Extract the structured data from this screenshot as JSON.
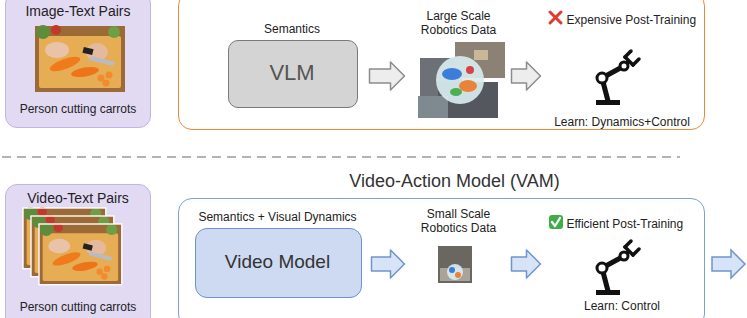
{
  "diagram": {
    "nodes": [
      {
        "text": [
          "Image-Text Pairs",
          "Person cutting carrots"
        ]
      },
      {
        "text": []
      },
      {
        "text": [
          "Semantics",
          "VLM"
        ],
        "in": 1
      },
      {
        "text": [
          "Large Scale Robotics Data"
        ],
        "in": 1
      },
      {
        "text": [
          "Expensive Post-Training",
          "Learn: Dynamics+Control"
        ],
        "in": 1
      },
      {
        "text": [
          "Video-Text Pairs",
          "Person cutting carrots"
        ]
      },
      {
        "text": [
          "Video-Action Model (VAM)"
        ]
      },
      {
        "text": [
          "Semantics + Visual Dynamics",
          "Video Model"
        ],
        "in": 6
      },
      {
        "text": [
          "Small Scale Robotics Data"
        ],
        "in": 6
      },
      {
        "text": [
          "Efficient Post-Training",
          "Learn: Control"
        ],
        "in": 6
      }
    ],
    "edges": [
      {
        "from": 2,
        "to": 3,
        "arrow": "to"
      },
      {
        "from": 3,
        "to": 4,
        "arrow": "to"
      },
      {
        "from": 7,
        "to": 8,
        "arrow": "to"
      },
      {
        "from": 8,
        "to": 9,
        "arrow": "to"
      }
    ]
  }
}
